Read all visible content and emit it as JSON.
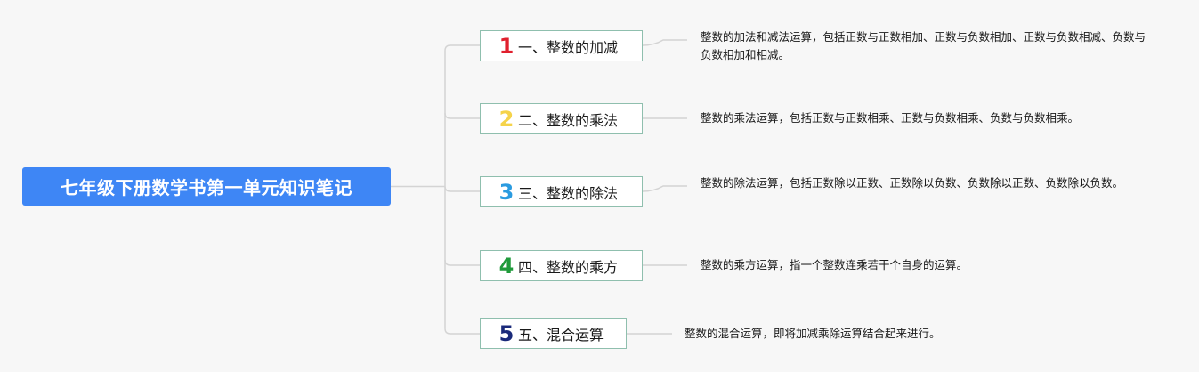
{
  "root": {
    "title": "七年级下册数学书第一单元知识笔记"
  },
  "branches": [
    {
      "number": "1",
      "number_color": "#e0202e",
      "label": "一、整数的加减",
      "description": "整数的加法和减法运算，包括正数与正数相加、正数与负数相加、正数与负数相减、负数与负数相加和相减。"
    },
    {
      "number": "2",
      "number_color": "#f5d34a",
      "label": "二、整数的乘法",
      "description": "整数的乘法运算，包括正数与正数相乘、正数与负数相乘、负数与负数相乘。"
    },
    {
      "number": "3",
      "number_color": "#2a9be0",
      "label": "三、整数的除法",
      "description": "整数的除法运算，包括正数除以正数、正数除以负数、负数除以正数、负数除以负数。"
    },
    {
      "number": "4",
      "number_color": "#1f9a3a",
      "label": "四、整数的乘方",
      "description": "整数的乘方运算，指一个整数连乘若干个自身的运算。"
    },
    {
      "number": "5",
      "number_color": "#1a2a7a",
      "label": "五、混合运算",
      "description": "整数的混合运算，即将加减乘除运算结合起来进行。"
    }
  ],
  "colors": {
    "root_bg": "#3e86f5",
    "branch_border": "#8fbfae",
    "connector": "#d4d4d4"
  }
}
